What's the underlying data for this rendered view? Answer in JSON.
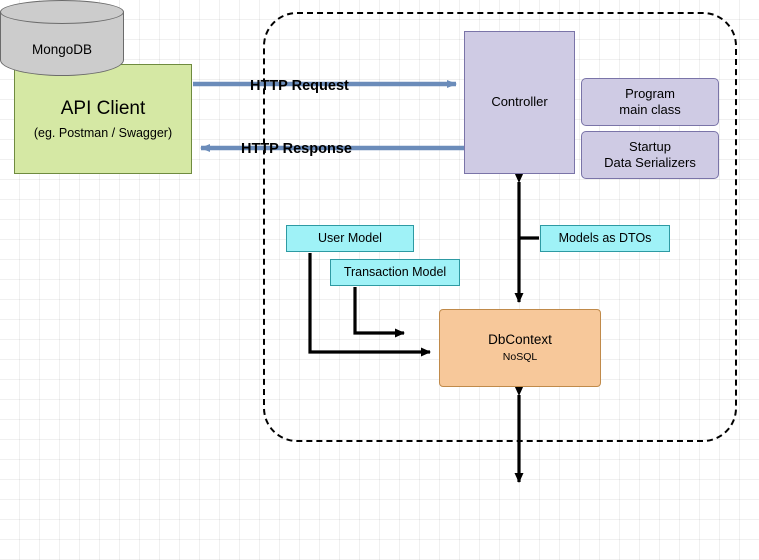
{
  "diagram": {
    "title": "API application architecture diagram",
    "colors": {
      "client_fill": "#d5e8a4",
      "client_stroke": "#6f8b3f",
      "controller_fill": "#cfcbe4",
      "controller_stroke": "#7a74a8",
      "model_fill": "#9ff2f7",
      "model_stroke": "#2e9aa3",
      "dbcontext_fill": "#f7c89a",
      "dbcontext_stroke": "#c08a4a",
      "database_fill": "#cccccc",
      "database_stroke": "#6b6b6b",
      "arrow_blue": "#6b8cba",
      "arrow_black": "#000000"
    },
    "nodes": {
      "api_client": {
        "title": "API Client",
        "subtitle": "(eg. Postman / Swagger)"
      },
      "controller": {
        "title": "Controller"
      },
      "program": {
        "line1": "Program",
        "line2": "main class"
      },
      "startup": {
        "line1": "Startup",
        "line2": "Data Serializers"
      },
      "models_as_dtos": {
        "title": "Models as DTOs"
      },
      "user_model": {
        "title": "User Model"
      },
      "transaction_model": {
        "title": "Transaction Model"
      },
      "dbcontext": {
        "title": "DbContext",
        "subtitle": "NoSQL"
      },
      "mongodb": {
        "title": "MongoDB"
      }
    },
    "edges": {
      "http_request": "HTTP Request",
      "http_response": "HTTP Response"
    }
  }
}
